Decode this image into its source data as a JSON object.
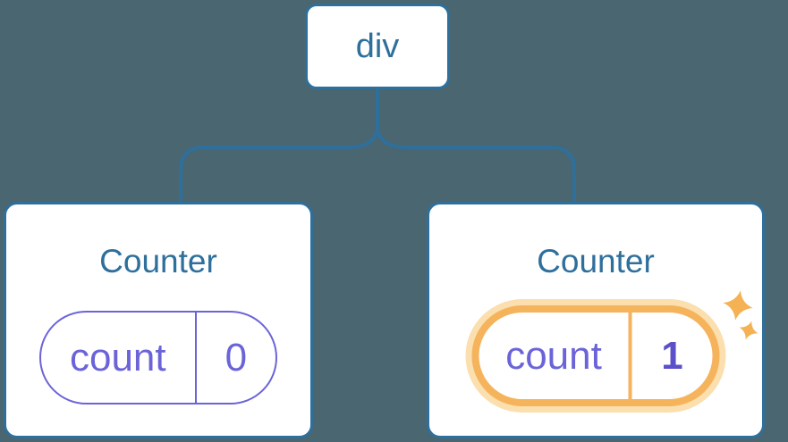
{
  "diagram": {
    "root": {
      "label": "div"
    },
    "children": [
      {
        "title": "Counter",
        "state": {
          "key": "count",
          "value": "0"
        },
        "highlighted": false
      },
      {
        "title": "Counter",
        "state": {
          "key": "count",
          "value": "1"
        },
        "highlighted": true
      }
    ]
  },
  "colors": {
    "background": "#4A6670",
    "node_blue": "#2E6F9C",
    "card_bg": "#FFFFFF",
    "state_purple": "#6B64D9",
    "state_value_bold": "#5B50C9",
    "highlight_orange": "#F5B35C",
    "highlight_glow": "#FBDFAE",
    "sparkle": "#F4B254"
  }
}
